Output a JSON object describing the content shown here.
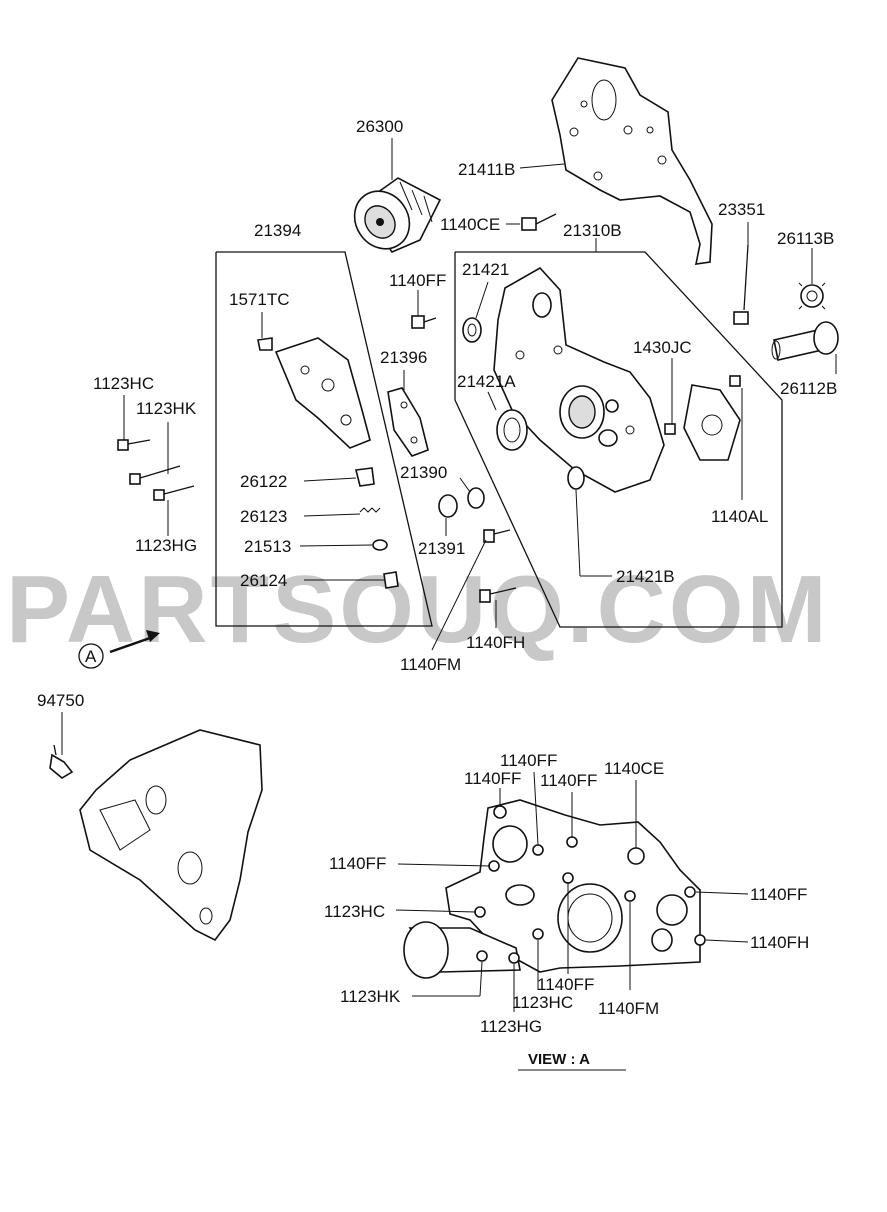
{
  "watermark": "PARTSOUQ.COM",
  "view_caption": "VIEW : A",
  "view_marker": "A",
  "exploded_labels": {
    "p26300": "26300",
    "p21411B": "21411B",
    "p1140CE": "1140CE",
    "p21310B": "21310B",
    "p23351": "23351",
    "p26113B": "26113B",
    "p21394": "21394",
    "p1140FF": "1140FF",
    "p21421": "21421",
    "p1571TC": "1571TC",
    "p21396": "21396",
    "p1430JC": "1430JC",
    "p26112B": "26112B",
    "p1123HC": "1123HC",
    "p1123HK": "1123HK",
    "p21421A": "21421A",
    "p1123HG": "1123HG",
    "p26122": "26122",
    "p21390": "21390",
    "p1140AL": "1140AL",
    "p26123": "26123",
    "p21513": "21513",
    "p21391": "21391",
    "p21421B": "21421B",
    "p26124": "26124",
    "p1140FH": "1140FH",
    "p1140FM": "1140FM",
    "p94750": "94750"
  },
  "view_labels": {
    "v1140FF_top": "1140FF",
    "v1140FF_a": "1140FF",
    "v1140FF_b": "1140FF",
    "v1140CE": "1140CE",
    "v1140FF_left": "1140FF",
    "v1140FF_right": "1140FF",
    "v1123HC_left": "1123HC",
    "v1140FH": "1140FH",
    "v1123HK": "1123HK",
    "v1140FF_bottom": "1140FF",
    "v1123HC_bottom": "1123HC",
    "v1140FM": "1140FM",
    "v1123HG": "1123HG"
  }
}
